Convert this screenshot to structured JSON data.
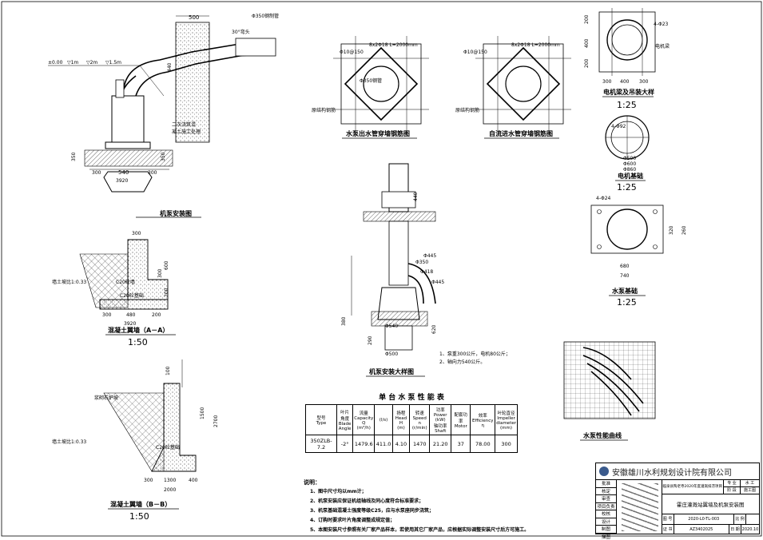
{
  "views": {
    "pump_install": {
      "title": "机泵安装图",
      "dims": [
        "500",
        "440",
        "350",
        "300",
        "540",
        "3920",
        "350"
      ],
      "notes": [
        "±0.00",
        "▽1m",
        "▽2m",
        "▽1.5m",
        "30°弯头",
        "Φ350钢制管",
        "二次浇筑混",
        "凝土施工处理"
      ]
    },
    "wall_rebar_out": {
      "title": "水泵出水管穿墙钢筋图",
      "label": "8x2Φ18 L=2000mm",
      "spec": "Φ10@150",
      "inner": "Φ350钢管",
      "note": "原结构钢筋"
    },
    "wall_rebar_auto": {
      "title": "自流进水管穿墙钢筋图",
      "label": "8x2Φ18 L=2000mm",
      "spec": "Φ10@150",
      "note": "原结构钢筋"
    },
    "motor_base_hole": {
      "title": "电机梁及吊装大样",
      "scale": "1:25",
      "dims": [
        "200",
        "400",
        "200",
        "300",
        "400",
        "300"
      ],
      "labels": [
        "4-Φ23",
        "电机梁"
      ]
    },
    "motor_base": {
      "title": "电机基础",
      "scale": "1:25",
      "dims": [
        "Φ500",
        "Φ600",
        "Φ860"
      ],
      "label": "4-Φ92"
    },
    "pump_base": {
      "title": "水泵基础",
      "scale": "1:25",
      "dims": [
        "680",
        "740",
        "320",
        "260"
      ],
      "label": "4-Φ24"
    },
    "wall_aa": {
      "title": "混凝土翼墙（A－A）",
      "scale": "1:50",
      "dims": [
        "300",
        "300",
        "600",
        "200",
        "300",
        "480",
        "200",
        "3920"
      ],
      "labels": [
        "C20砼墙",
        "C20砼基础",
        "墙土坡比1:0.33"
      ]
    },
    "wall_bb": {
      "title": "混凝土翼墙（B－B）",
      "scale": "1:50",
      "dims": [
        "100",
        "2700",
        "1500",
        "300",
        "1300",
        "400",
        "2000"
      ],
      "labels": [
        "浆砌石护坡",
        "C20砼基础",
        "墙土坡比1:0.33"
      ]
    },
    "pump_detail": {
      "title": "机泵安装大样图",
      "dims": [
        "Φ350",
        "Φ445",
        "Φ445",
        "Φ540",
        "Φ500",
        "Φ418",
        "620",
        "290",
        "380",
        "440"
      ],
      "notes": [
        "1、泵重300公斤，电机80公斤；",
        "2、轴向力540公斤。"
      ]
    },
    "pump_curve": {
      "title": "水泵性能曲线"
    }
  },
  "perf_table": {
    "title": "单 台 水 泵 性 能 表",
    "headers": [
      "型号\nType",
      "叶片\n角度\nBlade\nAngle",
      "流量\nCapacity\nQ\n(m³/h)",
      "(l/s)",
      "扬程\nHead\nH\n(m)",
      "转速\nSpeed\nn\n(r/min)",
      "功率 Power (kW)\n轴功率\nShaft",
      "配套功率\nMotor",
      "效率\nEfficiency\nη",
      "叶轮直径\nImpeller\ndiameter\n(mm)"
    ],
    "row": [
      "350ZLB-7.2",
      "-2°",
      "1479.6",
      "411.0",
      "4.10",
      "1470",
      "21.20",
      "37",
      "78.00",
      "300"
    ]
  },
  "notes": {
    "heading": "说明：",
    "items": [
      "1、图中尺寸均以mm计；",
      "2、机泵安装应保证机组轴线及同心度符合标准要求；",
      "3、机泵基础混凝土强度等级C25，应与水泵座同步浇筑；",
      "4、订购时要求叶片角度调整成规定值；",
      "5、本图安装尺寸参照有关厂家产品样本，若使用其它厂家产品，应根据实际调整安装尺寸后方可施工。"
    ]
  },
  "title_block": {
    "company": "安徽雄川水利规划设计院有限公司",
    "project": "临泉县陶老寺2020年度灌溉排涝项目",
    "drawing": "霍庄灌溉站翼墙及机泵安装图",
    "rows": [
      "批准",
      "核定",
      "审查",
      "项目负责",
      "校核",
      "设计",
      "制图",
      "描图"
    ],
    "fields": {
      "spec_label": "专 业",
      "spec": "水 工",
      "stage_label": "阶 段",
      "stage": "施工图",
      "no_label": "图 号",
      "no": "2020-L0-TL-003",
      "scale_label": "比 例",
      "scale": "",
      "date_label": "日 期",
      "date": "2020.10",
      "cert_label": "证 书",
      "cert": "AZ3402025"
    }
  }
}
